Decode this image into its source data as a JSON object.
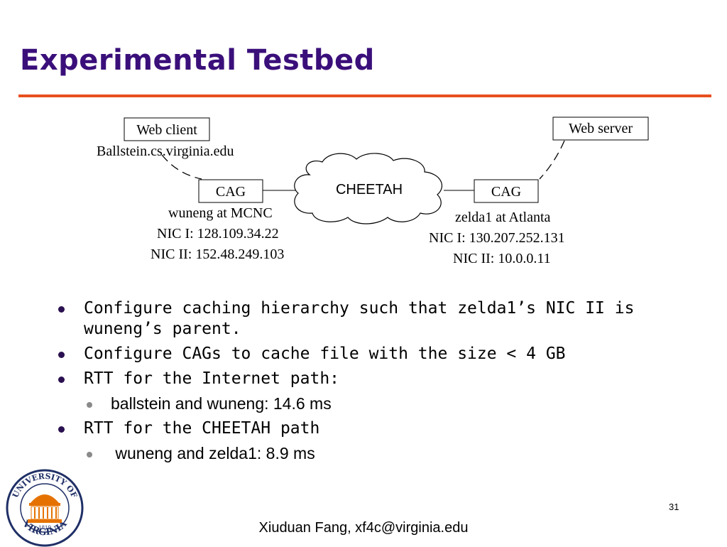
{
  "slide": {
    "title": "Experimental Testbed",
    "slide_number": "31",
    "footer": "Xiuduan Fang, xf4c@virginia.edu"
  },
  "diagram": {
    "web_client": {
      "box": "Web client",
      "host": "Ballstein.cs.virginia.edu"
    },
    "web_server": {
      "box": "Web server"
    },
    "left_cag": {
      "box": "CAG",
      "lines": [
        "wuneng at MCNC",
        "NIC I: 128.109.34.22",
        "NIC II: 152.48.249.103"
      ]
    },
    "right_cag": {
      "box": "CAG",
      "lines": [
        "zelda1 at Atlanta",
        "NIC I: 130.207.252.131",
        "NIC II: 10.0.0.11"
      ]
    },
    "cloud": {
      "label": "CHEETAH"
    }
  },
  "bullets": [
    {
      "level": 1,
      "text": "Configure caching hierarchy such that zelda1’s NIC II is wuneng’s parent."
    },
    {
      "level": 1,
      "text": "Configure CAGs to cache file with the size < 4 GB"
    },
    {
      "level": 1,
      "text": "RTT  for the Internet path:"
    },
    {
      "level": 2,
      "text": "ballstein and wuneng: 14.6 ms"
    },
    {
      "level": 1,
      "text": "RTT for the CHEETAH path"
    },
    {
      "level": 2,
      "text": " wuneng and zelda1: 8.9 ms"
    }
  ],
  "logo": {
    "text_top": "UNIVERSITY OF",
    "text_bottom": "VIRGINIA",
    "year": "1819",
    "colors": {
      "ring": "#1f2f66",
      "orange": "#e57200"
    }
  },
  "colors": {
    "title": "#3a0f7a",
    "rule": "#e8501e"
  }
}
